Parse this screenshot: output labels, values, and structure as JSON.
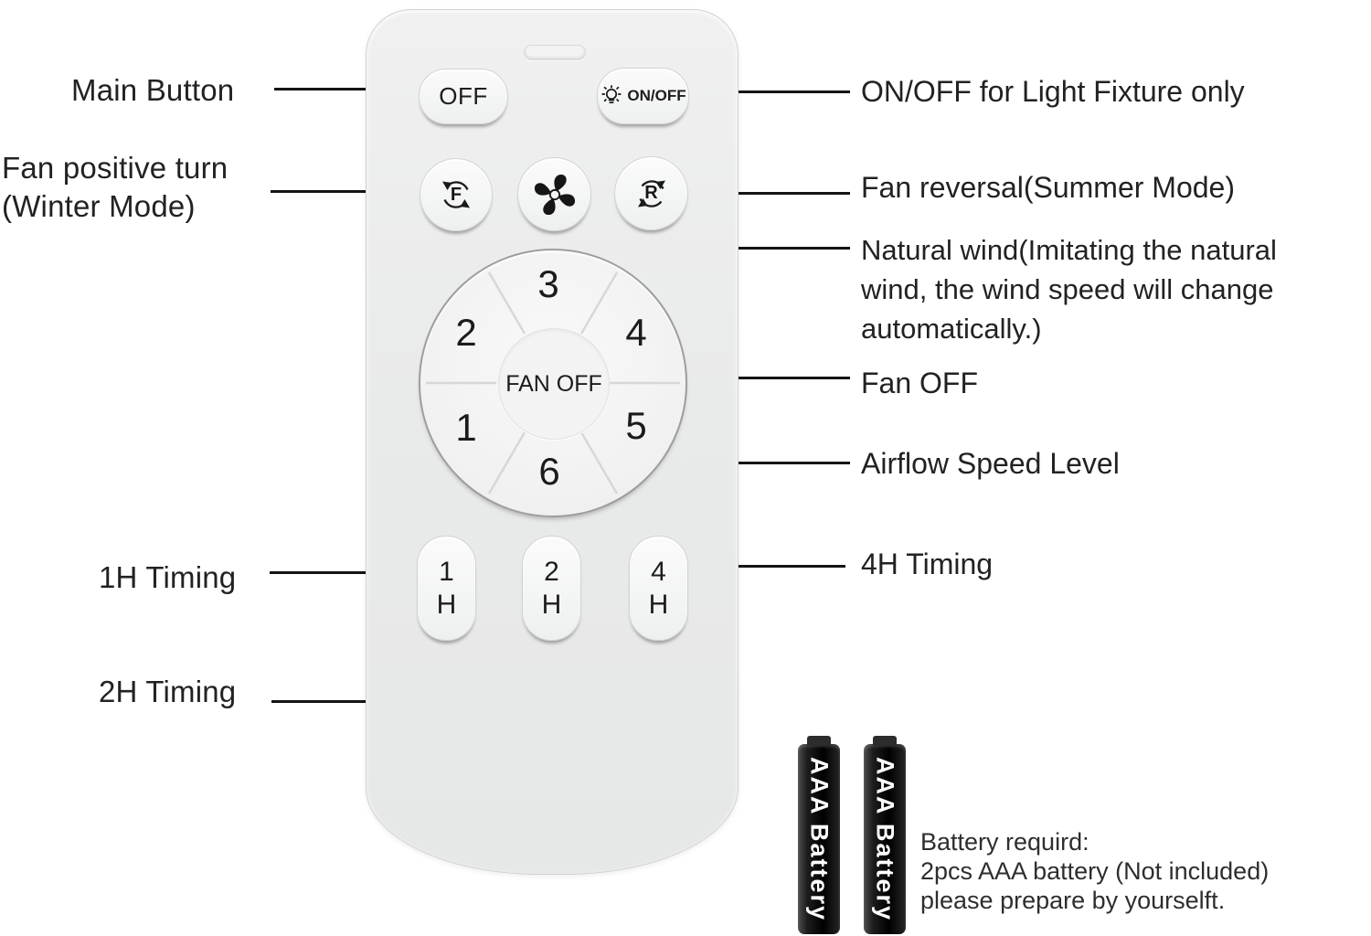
{
  "callouts": {
    "main_button": "Main Button",
    "winter_line1": "Fan positive turn",
    "winter_line2": "(Winter Mode)",
    "timing_1h": "1H Timing",
    "timing_2h": "2H Timing",
    "light_onoff": "ON/OFF for Light Fixture only",
    "fan_reversal": "Fan reversal(Summer Mode)",
    "natural_wind_lines": [
      "Natural wind(Imitating the natural",
      "wind, the wind speed will change",
      "automatically.)"
    ],
    "fan_off": "Fan OFF",
    "airflow": "Airflow Speed Level",
    "timing_4h": "4H Timing"
  },
  "remote": {
    "off_label": "OFF",
    "light_label": "ON/OFF",
    "forward_label": "F",
    "reverse_label": "R",
    "center_label": "FAN OFF",
    "speeds": [
      "1",
      "2",
      "3",
      "4",
      "5",
      "6"
    ],
    "timers": [
      {
        "num": "1",
        "unit": "H"
      },
      {
        "num": "2",
        "unit": "H"
      },
      {
        "num": "4",
        "unit": "H"
      }
    ]
  },
  "battery": {
    "label": "AAA Battery",
    "note_lines": [
      "Battery requird:",
      "2pcs AAA battery  (Not included)",
      "please prepare by yourselft."
    ]
  }
}
